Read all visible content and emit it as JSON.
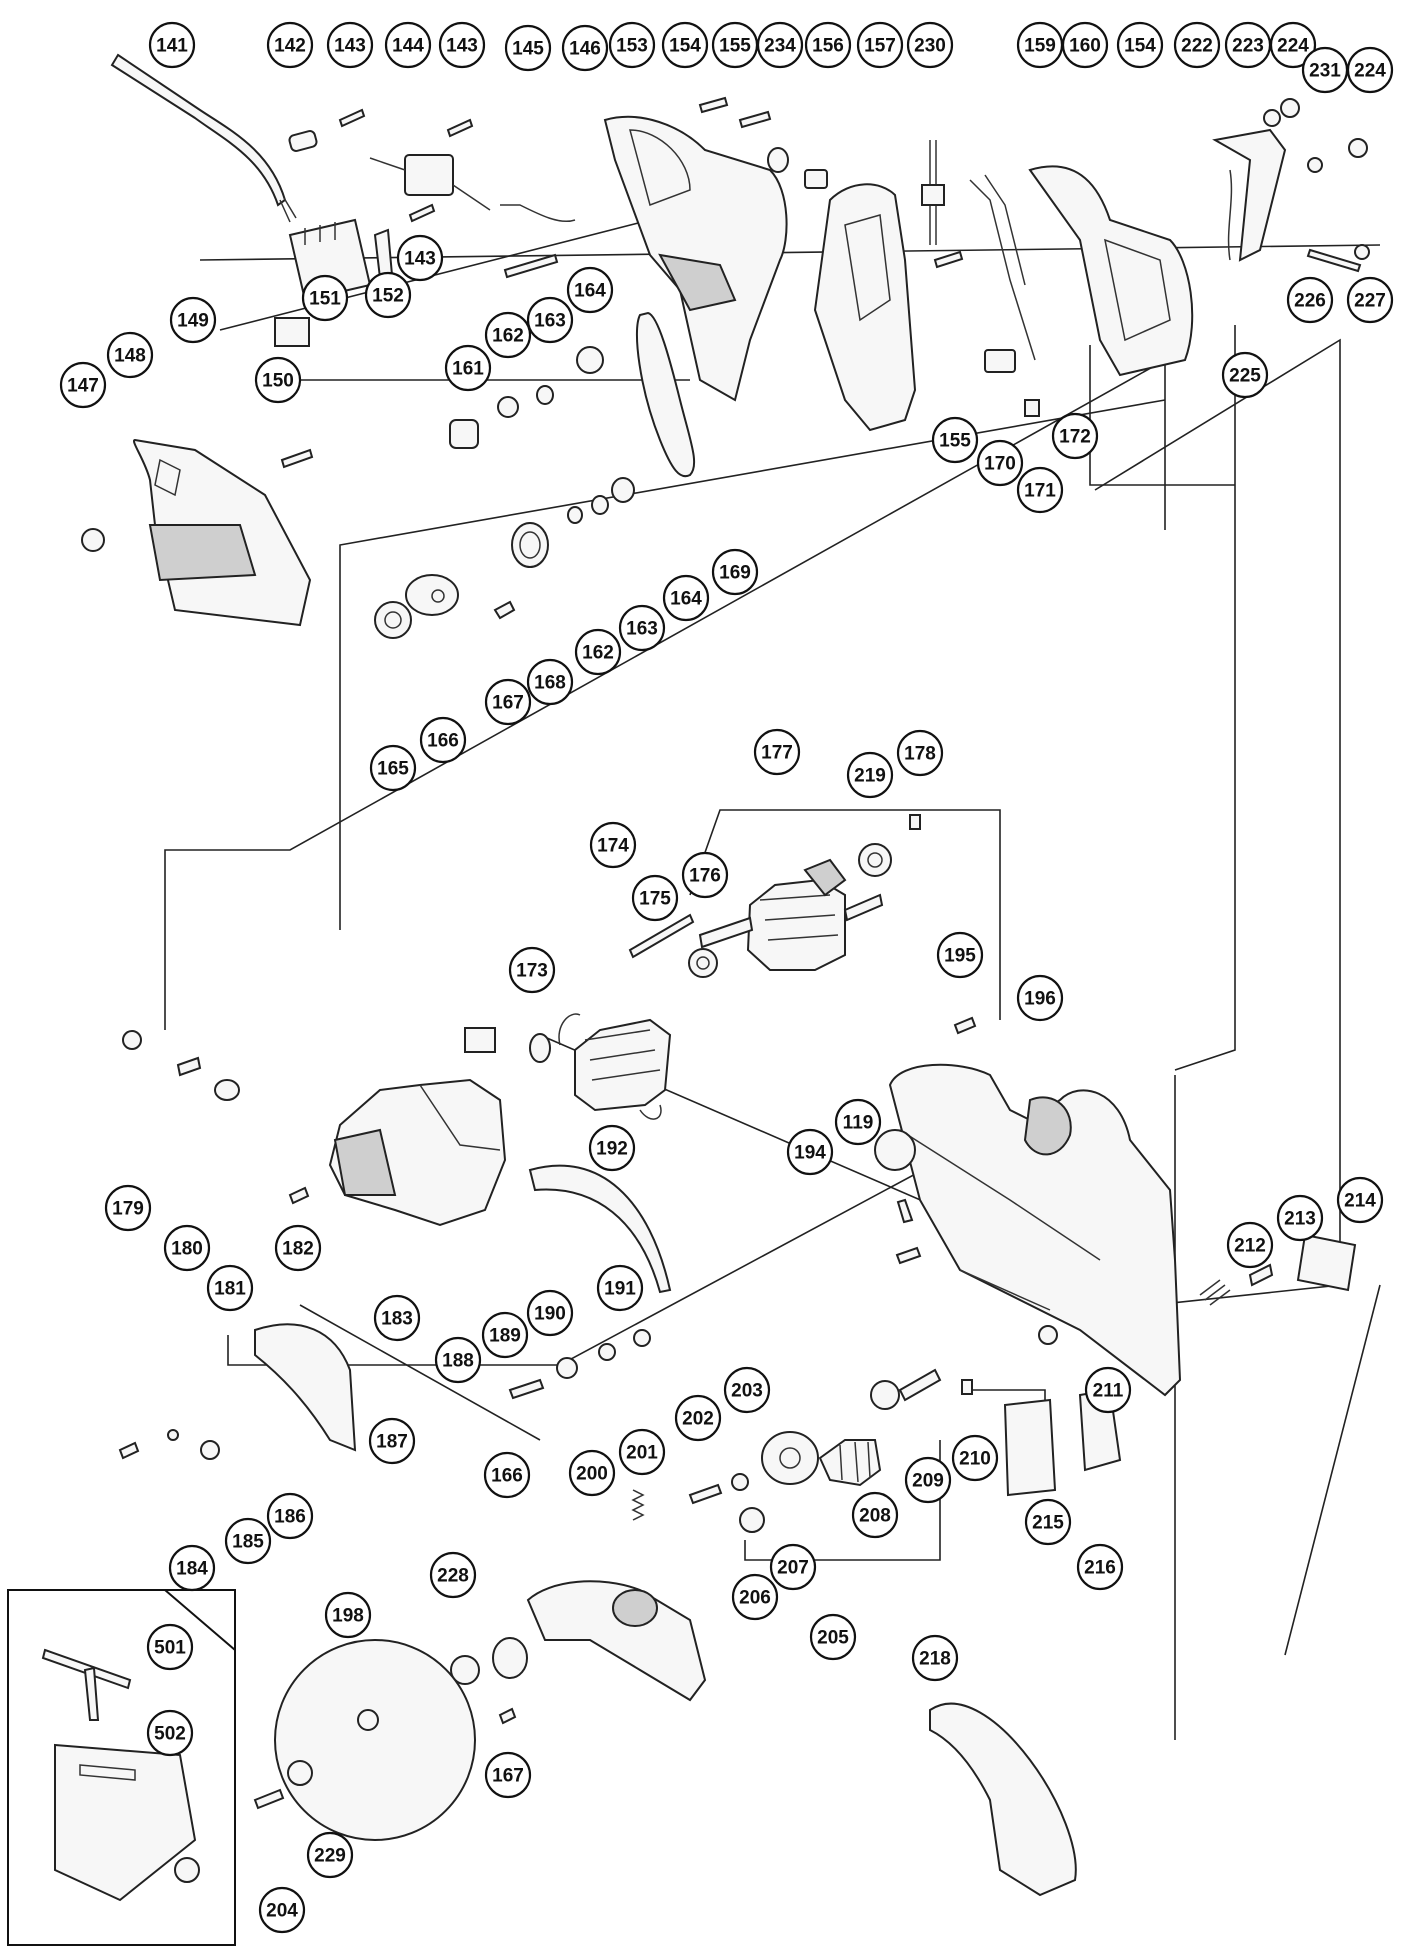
{
  "parts": {
    "p141": "141",
    "p142": "142",
    "p143a": "143",
    "p144": "144",
    "p143b": "143",
    "p145": "145",
    "p146": "146",
    "p153": "153",
    "p154a": "154",
    "p155a": "155",
    "p234": "234",
    "p156": "156",
    "p157": "157",
    "p230": "230",
    "p159": "159",
    "p160": "160",
    "p154b": "154",
    "p222": "222",
    "p223": "223",
    "p224a": "224",
    "p231": "231",
    "p224b": "224",
    "p143c": "143",
    "p152": "152",
    "p151": "151",
    "p150": "150",
    "p149": "149",
    "p148": "148",
    "p147": "147",
    "p161": "161",
    "p162a": "162",
    "p163a": "163",
    "p164a": "164",
    "p155b": "155",
    "p170": "170",
    "p171": "171",
    "p172": "172",
    "p225": "225",
    "p226": "226",
    "p227": "227",
    "p169": "169",
    "p164b": "164",
    "p163b": "163",
    "p162b": "162",
    "p168": "168",
    "p167a": "167",
    "p166a": "166",
    "p165": "165",
    "p177": "177",
    "p178": "178",
    "p219": "219",
    "p174": "174",
    "p175": "175",
    "p176": "176",
    "p173": "173",
    "p195": "195",
    "p196": "196",
    "p179": "179",
    "p180": "180",
    "p181": "181",
    "p182": "182",
    "p183": "183",
    "p192": "192",
    "p194": "194",
    "p119": "119",
    "p214": "214",
    "p213": "213",
    "p212": "212",
    "p211": "211",
    "p191": "191",
    "p190": "190",
    "p189": "189",
    "p188": "188",
    "p187": "187",
    "p186": "186",
    "p185": "185",
    "p184": "184",
    "p202": "202",
    "p203": "203",
    "p201": "201",
    "p200": "200",
    "p210": "210",
    "p209": "209",
    "p208": "208",
    "p207": "207",
    "p206": "206",
    "p205": "205",
    "p215": "215",
    "p216": "216",
    "p218": "218",
    "p228": "228",
    "p166b": "166",
    "p198": "198",
    "p167b": "167",
    "p229": "229",
    "p204": "204",
    "p501": "501",
    "p502": "502"
  },
  "colors": {
    "ink": "#111111",
    "paper": "#ffffff"
  }
}
